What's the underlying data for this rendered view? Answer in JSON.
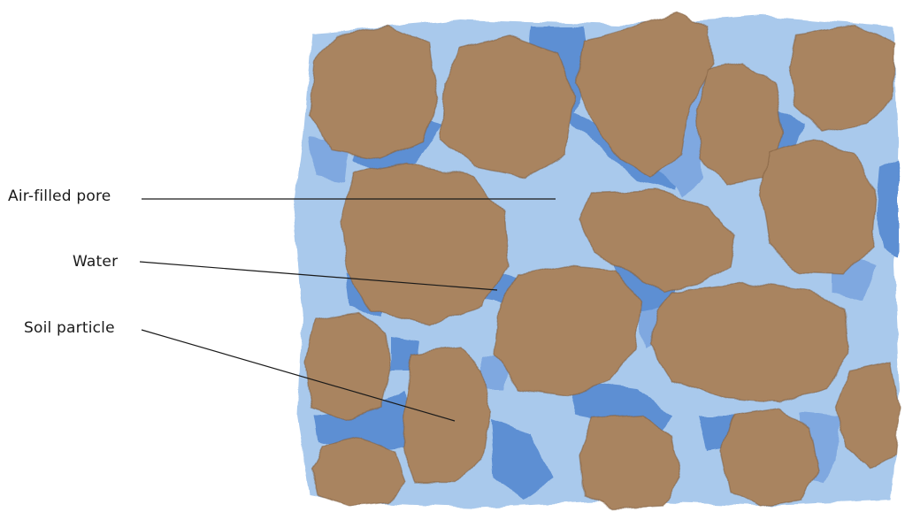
{
  "labels": {
    "air_filled_pore": "Air-filled pore",
    "water": "Water",
    "soil_particle": "Soil particle"
  },
  "colors": {
    "air_pore": "#a9c9ec",
    "water": "#5d8fd3",
    "water_light": "#7fa8e0",
    "soil_particle": "#a98460",
    "soil_particle_edge": "#7e5c3e",
    "leader_line": "#1a1a1a"
  }
}
